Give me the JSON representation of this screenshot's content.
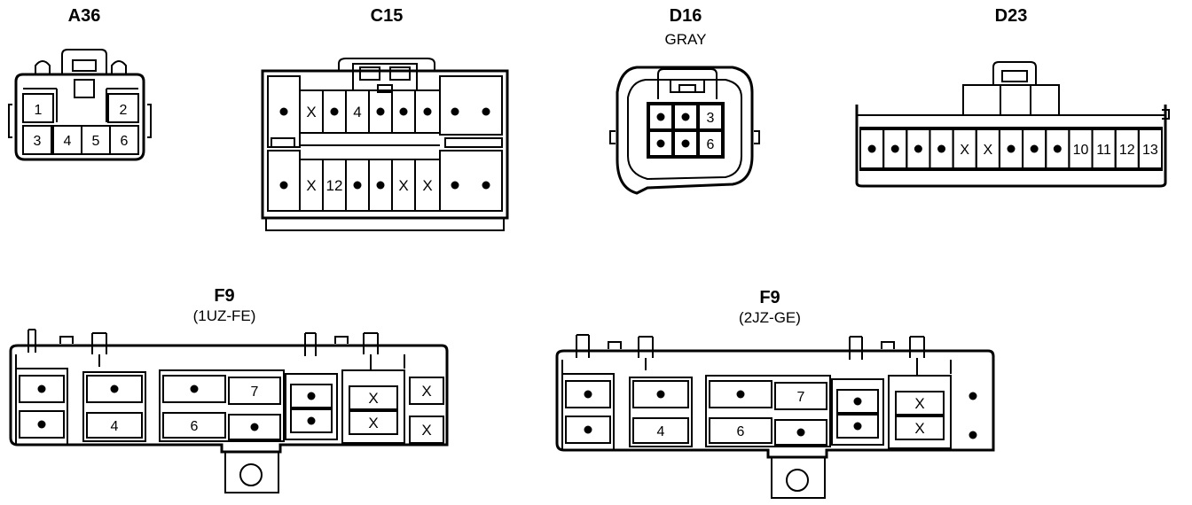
{
  "connectors": [
    {
      "id": "a36",
      "title": "A36",
      "subtitle": "",
      "pins": [
        "1",
        "2",
        "3",
        "4",
        "5",
        "6"
      ]
    },
    {
      "id": "c15",
      "title": "C15",
      "subtitle": "",
      "pins": [
        "•",
        "X",
        "•",
        "4",
        "•",
        "•",
        "•",
        "•",
        "•",
        "•",
        "X",
        "12",
        "•",
        "•",
        "X",
        "X",
        "•",
        "•"
      ]
    },
    {
      "id": "d16",
      "title": "D16",
      "subtitle": "GRAY",
      "pins": [
        "•",
        "•",
        "3",
        "•",
        "•",
        "6"
      ]
    },
    {
      "id": "d23",
      "title": "D23",
      "subtitle": "",
      "pins": [
        "•",
        "•",
        "•",
        "•",
        "X",
        "X",
        "•",
        "•",
        "•",
        "10",
        "11",
        "12",
        "13"
      ]
    },
    {
      "id": "f9a",
      "title": "F9",
      "subtitle": "(1UZ-FE)",
      "pins": [
        "•",
        "•",
        "•",
        "4",
        "•",
        "6",
        "7",
        "•",
        "•",
        "•",
        "X",
        "X",
        "X",
        "X"
      ]
    },
    {
      "id": "f9b",
      "title": "F9",
      "subtitle": "(2JZ-GE)",
      "pins": [
        "•",
        "•",
        "•",
        "4",
        "•",
        "6",
        "7",
        "•",
        "•",
        "•",
        "X",
        "X",
        "•",
        "•"
      ]
    }
  ]
}
